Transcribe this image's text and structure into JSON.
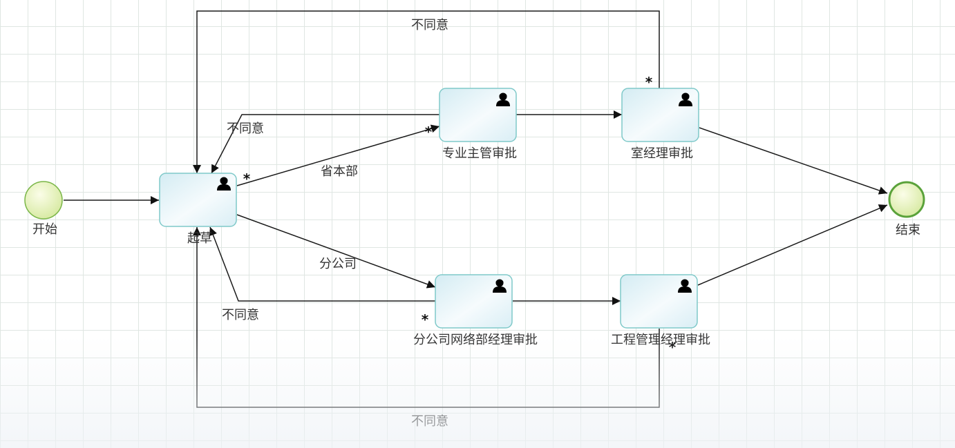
{
  "diagram": {
    "nodes": {
      "start": {
        "label": "开始"
      },
      "draft": {
        "label": "起草"
      },
      "zhuanye": {
        "label": "专业主管审批"
      },
      "shijingli": {
        "label": "室经理审批"
      },
      "fengongsi": {
        "label": "分公司网络部经理审批"
      },
      "gongcheng": {
        "label": "工程管理经理审批"
      },
      "end": {
        "label": "结束"
      }
    },
    "flows": {
      "reject_top": "不同意",
      "reject_zhuanye": "不同意",
      "shengbenbu": "省本部",
      "fengongsi_branch": "分公司",
      "reject_fengongsi": "不同意",
      "reject_bottom": "不同意"
    },
    "marker": "*",
    "colors": {
      "task_border": "#7fc9c9",
      "event_border": "#7ab648",
      "icon": "#1f8f8f"
    }
  }
}
